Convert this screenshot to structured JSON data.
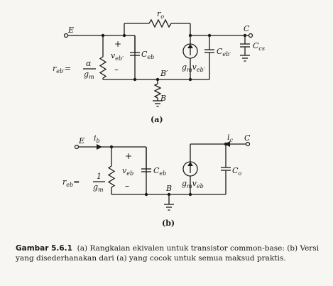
{
  "circuit_a": {
    "label": "(a)",
    "node_e": "E",
    "node_c": "C",
    "node_b_prime": "B′",
    "node_b": "B",
    "r_o": "r",
    "r_o_sub": "o",
    "r_eb_lhs": "r",
    "r_eb_lhs_sub": "eb′",
    "r_eb_eq": "=",
    "r_eb_num": "α",
    "r_eb_den": "g",
    "r_eb_den_sub": "m",
    "v_eb": "v",
    "v_eb_sub": "eb′",
    "c_eb": "C",
    "c_eb_sub": "eb",
    "gm_v": "g",
    "gm_v_sub1": "m",
    "gm_v_v": "v",
    "gm_v_sub2": "eb′",
    "c_eb2": "C",
    "c_eb2_sub": "eb′",
    "c_cs": "C",
    "c_cs_sub": "cs",
    "plus": "+",
    "minus": "–"
  },
  "circuit_b": {
    "label": "(b)",
    "node_e": "E",
    "node_c": "C",
    "node_b": "B",
    "i_b": "i",
    "i_b_sub": "b",
    "i_c": "i",
    "i_c_sub": "c",
    "r_eb_lhs": "r",
    "r_eb_lhs_sub": "eb",
    "r_eb_eq": "=",
    "r_eb_num": "1",
    "r_eb_den": "g",
    "r_eb_den_sub": "m",
    "v_eb": "v",
    "v_eb_sub": "eb",
    "c_eb": "C",
    "c_eb_sub": "eb",
    "gm_v": "g",
    "gm_v_sub1": "m",
    "gm_v_v": "v",
    "gm_v_sub2": "eb",
    "c_o": "C",
    "c_o_sub": "o",
    "plus": "+",
    "minus": "–"
  },
  "caption": {
    "number": "Gambar 5.6.1",
    "text": "(a) Rangkaian ekivalen untuk transistor common-base: (b) Versi yang disederhanakan dari (a) yang cocok untuk semua maksud praktis."
  }
}
